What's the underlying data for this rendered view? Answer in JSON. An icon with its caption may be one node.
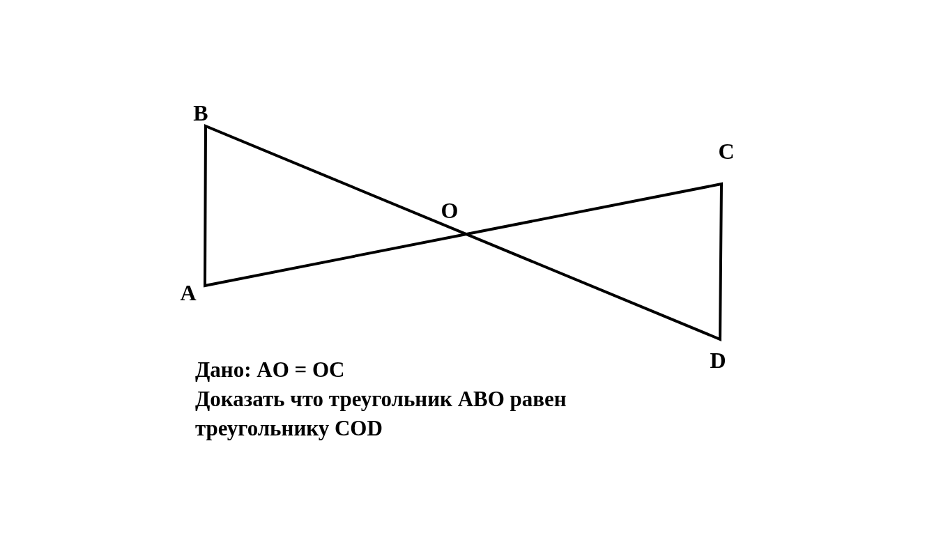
{
  "diagram": {
    "labels": [
      "B",
      "C",
      "O",
      "A",
      "D",
      "Дано: AO = OC",
      "Доказать что треугольник ABO равен треугольнику COD"
    ]
  }
}
